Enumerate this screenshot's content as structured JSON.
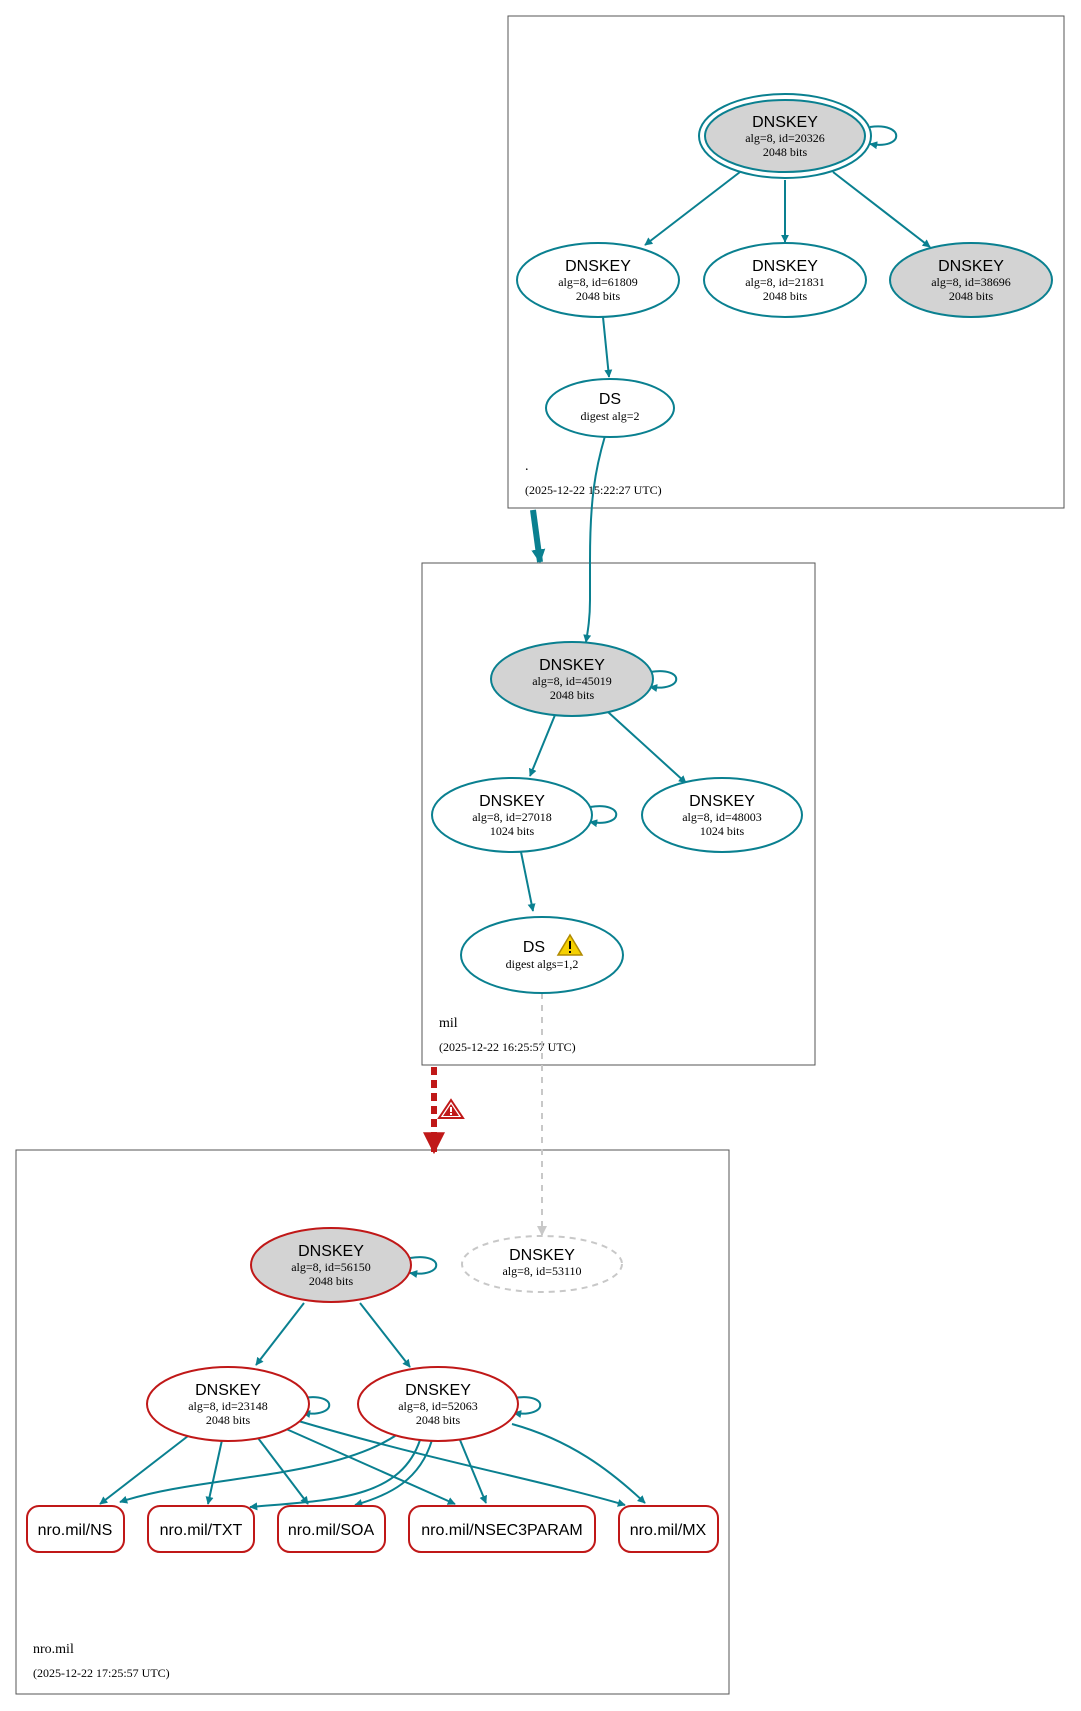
{
  "colors": {
    "secure": "#0a8090",
    "bogus": "#c01818",
    "insecure_dashed": "#c8c8c8",
    "sep_fill": "#d3d3d3",
    "box_stroke": "#555555",
    "warning_yellow": "#f5d000",
    "warning_red": "#c01818"
  },
  "zones": {
    "root": {
      "name": ".",
      "timestamp": "(2025-12-22 15:22:27 UTC)"
    },
    "mil": {
      "name": "mil",
      "timestamp": "(2025-12-22 16:25:57 UTC)"
    },
    "nro": {
      "name": "nro.mil",
      "timestamp": "(2025-12-22 17:25:57 UTC)"
    }
  },
  "nodes": {
    "root_ksk": {
      "title": "DNSKEY",
      "line1": "alg=8, id=20326",
      "line2": "2048 bits"
    },
    "root_zsk1": {
      "title": "DNSKEY",
      "line1": "alg=8, id=61809",
      "line2": "2048 bits"
    },
    "root_zsk2": {
      "title": "DNSKEY",
      "line1": "alg=8, id=21831",
      "line2": "2048 bits"
    },
    "root_zsk3": {
      "title": "DNSKEY",
      "line1": "alg=8, id=38696",
      "line2": "2048 bits"
    },
    "root_ds": {
      "title": "DS",
      "line1": "digest alg=2"
    },
    "mil_ksk": {
      "title": "DNSKEY",
      "line1": "alg=8, id=45019",
      "line2": "2048 bits"
    },
    "mil_zsk1": {
      "title": "DNSKEY",
      "line1": "alg=8, id=27018",
      "line2": "1024 bits"
    },
    "mil_zsk2": {
      "title": "DNSKEY",
      "line1": "alg=8, id=48003",
      "line2": "1024 bits"
    },
    "mil_ds": {
      "title": "DS",
      "line1": "digest algs=1,2",
      "icon": "warning-icon"
    },
    "nro_ksk": {
      "title": "DNSKEY",
      "line1": "alg=8, id=56150",
      "line2": "2048 bits"
    },
    "nro_missing": {
      "title": "DNSKEY",
      "line1": "alg=8, id=53110"
    },
    "nro_zsk1": {
      "title": "DNSKEY",
      "line1": "alg=8, id=23148",
      "line2": "2048 bits"
    },
    "nro_zsk2": {
      "title": "DNSKEY",
      "line1": "alg=8, id=52063",
      "line2": "2048 bits"
    }
  },
  "rrsets": [
    "nro.mil/NS",
    "nro.mil/TXT",
    "nro.mil/SOA",
    "nro.mil/NSEC3PARAM",
    "nro.mil/MX"
  ],
  "delegation_warning_icon": "warning-icon"
}
